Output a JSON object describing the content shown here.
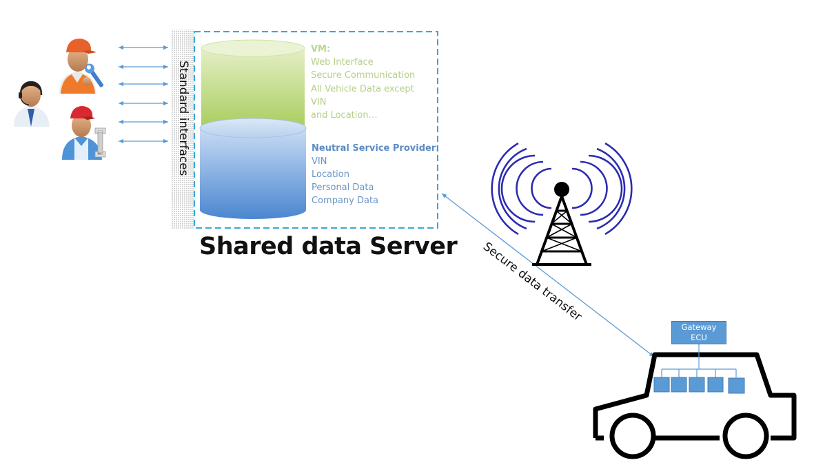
{
  "vm": {
    "title": "VM:",
    "lines": [
      "Web Interface",
      "Secure Communication",
      "All Vehicle Data except",
      "VIN",
      "and Location…"
    ]
  },
  "nsp": {
    "title": "Neutral Service Provider:",
    "lines": [
      "VIN",
      "Location",
      "Personal Data",
      "Company Data"
    ]
  },
  "server_title": "Shared data Server",
  "standard_interfaces_label": "Standard interfaces",
  "secure_transfer_label": "Secure data transfer",
  "gateway": {
    "line1": "Gateway",
    "line2": "ECU"
  },
  "colors": {
    "green_cylinder": "#b5d56e",
    "blue_cylinder": "#5b93d6",
    "dashed_border": "#35a9d8",
    "arrow": "#5b9bd5",
    "antenna_waves": "#2b2bb0"
  },
  "icons": [
    "mechanic-wrench-icon",
    "call-center-agent-icon",
    "mechanic-tools-icon",
    "antenna-tower-icon",
    "car-icon"
  ]
}
